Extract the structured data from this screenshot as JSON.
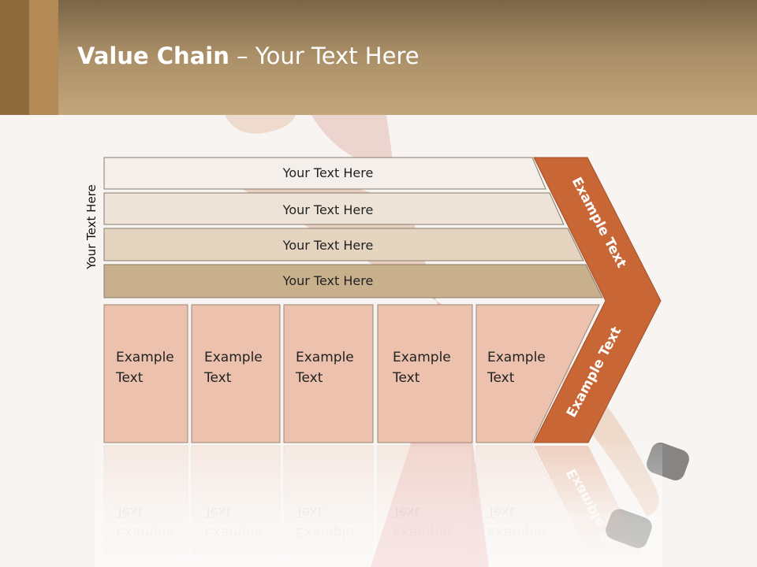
{
  "slide": {
    "title_bold": "Value Chain",
    "title_rest": " – Your Text Here",
    "side_label": "Your Text Here"
  },
  "bars": [
    {
      "label": "Your Text Here",
      "color": "#f4efea"
    },
    {
      "label": "Your Text Here",
      "color": "#ede3d6"
    },
    {
      "label": "Your Text Here",
      "color": "#e4d4c0"
    },
    {
      "label": "Your Text Here",
      "color": "#c8b08d"
    }
  ],
  "cells": [
    {
      "line1": "Example",
      "line2": "Text"
    },
    {
      "line1": "Example",
      "line2": "Text"
    },
    {
      "line1": "Example",
      "line2": "Text"
    },
    {
      "line1": "Example",
      "line2": "Text"
    },
    {
      "line1": "Example",
      "line2": "Text"
    }
  ],
  "chevron": {
    "upper_label": "Example Text",
    "lower_label": "Example Text",
    "color": "#c96635"
  },
  "colors": {
    "cell_fill": "#ecc1ad",
    "header_accent": "#a88d66"
  }
}
